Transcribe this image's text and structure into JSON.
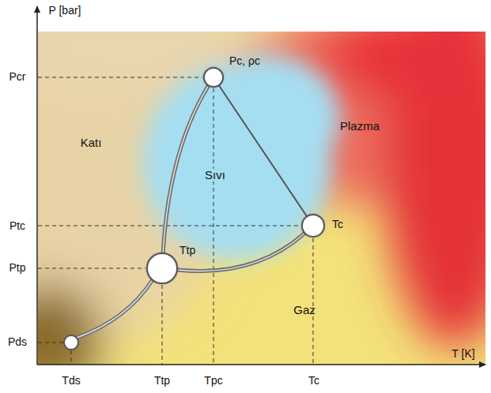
{
  "diagram": {
    "nodes": [
      {
        "text": [
          "Pc, ρc"
        ]
      },
      {
        "text": [
          "Tc"
        ]
      },
      {
        "text": [
          "Ttp"
        ]
      }
    ],
    "edges": [
      {
        "from": 2,
        "to": 0,
        "arrow": "none"
      },
      {
        "from": 0,
        "to": 1,
        "arrow": "none"
      },
      {
        "from": 2,
        "to": 1,
        "arrow": "none"
      }
    ],
    "labels": [
      "P [bar]",
      "Pcr",
      "Ptc",
      "Ptp",
      "Pds",
      "Katı",
      "Sıvı",
      "Plazma",
      "Gaz",
      "T [K]",
      "Tds",
      "Ttp",
      "Tpc",
      "Tc"
    ]
  }
}
